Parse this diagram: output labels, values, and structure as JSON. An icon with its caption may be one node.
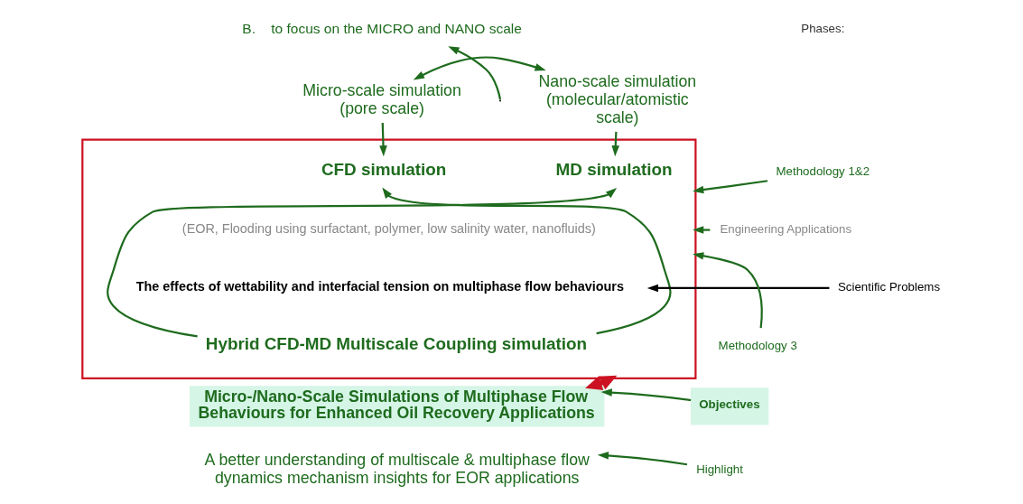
{
  "diagram": {
    "nodes": [
      {
        "text": [
          "B.    to focus on the MICRO and NANO scale"
        ]
      },
      {
        "text": [
          "Micro-scale simulation (pore scale)"
        ]
      },
      {
        "text": [
          "Nano-scale simulation (molecular/atomistic scale)"
        ]
      },
      {
        "text": [],
        "shape": "box"
      },
      {
        "text": [
          "CFD simulation"
        ],
        "in": 3
      },
      {
        "text": [
          "MD simulation"
        ],
        "in": 3
      },
      {
        "text": [
          "(EOR, Flooding using surfactant, polymer, low salinity water, nanofluids)"
        ],
        "in": 3
      },
      {
        "text": [
          "The effects of wettability and interfacial tension on multiphase flow behaviours"
        ],
        "in": 3
      },
      {
        "text": [
          "Hybrid CFD-MD Multiscale Coupling simulation"
        ],
        "in": 3
      },
      {
        "text": [
          "Micro-/Nano-Scale Simulations of Multiphase Flow Behaviours for Enhanced Oil Recovery Applications"
        ]
      },
      {
        "text": [
          "A better understanding of multiscale & multiphase flow dynamics mechanism insights for EOR applications"
        ]
      },
      {
        "text": [
          "Methodology 1&2"
        ]
      },
      {
        "text": [
          "Engineering Applications"
        ]
      },
      {
        "text": [
          "Scientific Problems"
        ]
      },
      {
        "text": [
          "Methodology 3"
        ]
      },
      {
        "text": [
          "Objectives"
        ]
      },
      {
        "text": [
          "Highlight"
        ]
      }
    ],
    "edges": [
      {
        "from": 1,
        "to": 2,
        "arrow": "both"
      },
      {
        "from": null,
        "to": 0,
        "arrow": "to"
      },
      {
        "from": 1,
        "to": 4,
        "arrow": "to"
      },
      {
        "from": 2,
        "to": 5,
        "arrow": "to"
      },
      {
        "from": 8,
        "to": 4,
        "arrow": "to"
      },
      {
        "from": 8,
        "to": 5,
        "arrow": "to"
      },
      {
        "from": 3,
        "to": 9,
        "arrow": "both",
        "style": "thick",
        "color": "#cc1122"
      },
      {
        "from": 11,
        "to": 3,
        "arrow": "to"
      },
      {
        "from": 12,
        "to": 3,
        "arrow": "to"
      },
      {
        "from": 13,
        "to": 7,
        "arrow": "to",
        "color": "#000000"
      },
      {
        "from": 14,
        "to": 3,
        "arrow": "to"
      },
      {
        "from": 15,
        "to": 9,
        "arrow": "to"
      },
      {
        "from": 16,
        "to": 10,
        "arrow": "to"
      }
    ],
    "labels": [
      "Phases:"
    ]
  }
}
